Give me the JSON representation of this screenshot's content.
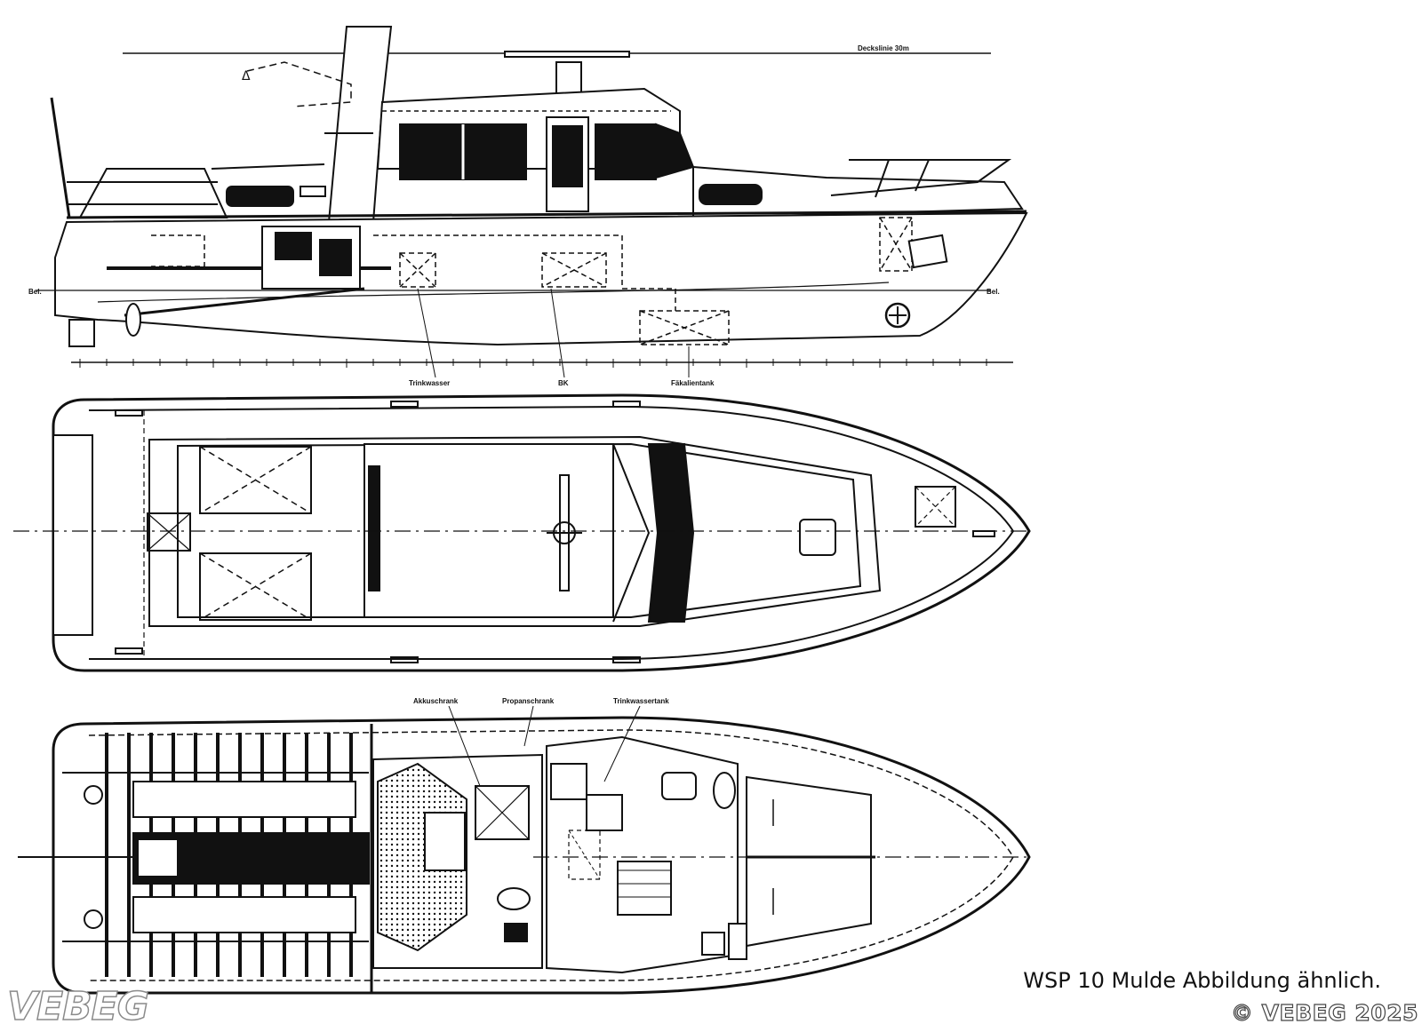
{
  "caption": "WSP 10 Mulde Abbildung ähnlich.",
  "copyright": "© VEBEG 2025",
  "logo": "VEBEG",
  "drawing_labels": {
    "deck_line": "Deckslinie 30m",
    "station_left": "Bel.",
    "station_right": "Bel.",
    "tank1": "Trinkwasser",
    "tank2": "BK",
    "tank3": "Fäkalientank",
    "cab1": "Akkuschrank",
    "cab2": "Propanschrank",
    "cab3": "Trinkwassertank"
  },
  "colors": {
    "line": "#111111",
    "fill_dark": "#111111",
    "paper": "#ffffff"
  }
}
